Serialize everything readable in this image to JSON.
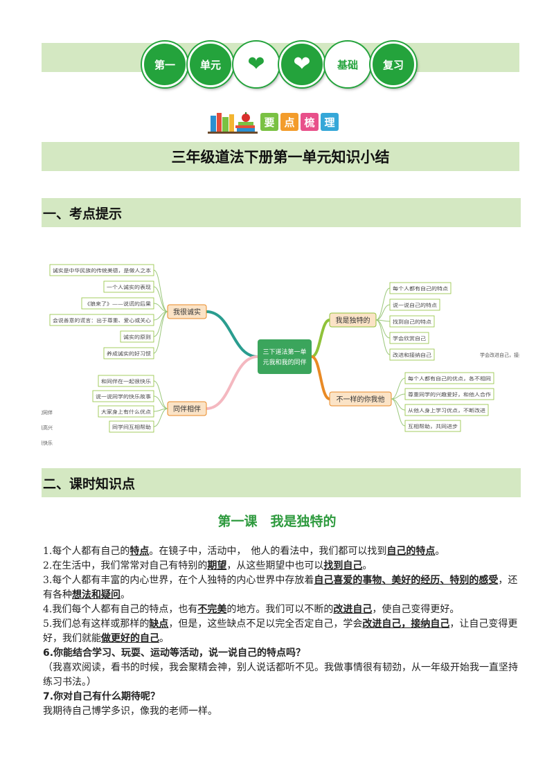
{
  "header": {
    "badges": [
      "第一",
      "单元",
      "",
      "",
      "基础",
      "复习"
    ],
    "tiles": [
      "要",
      "点",
      "梳",
      "理"
    ],
    "tile_colors": [
      "#7ac143",
      "#f39c2b",
      "#e8508a",
      "#35a7d8"
    ]
  },
  "title": "三年级道法下册第一单元知识小结",
  "section1": {
    "heading": "一、考点提示"
  },
  "mindmap": {
    "center": [
      "三下道法第一单",
      "元我和我的同伴"
    ],
    "branches": [
      {
        "label": "我很诚实",
        "color": "#e98a25",
        "leaves": [
          "诚实是中华民族的传统美德，是做人之本",
          "一个人诚实的表现",
          "《狼来了》——说谎的后果",
          "会说善意的谎言：出于尊重、爱心或关心",
          "诚实的原则",
          "养成诚实的好习惯"
        ]
      },
      {
        "label": "我是独特的",
        "color": "#8fc23a",
        "leaves": [
          "每个人都有自己的特点",
          "说一说自己的特点",
          "找到自己的特点",
          "学会欣赏自己",
          "改进和接纳自己"
        ],
        "extra": "学会改进自己，接纳自己，让自己变得更好"
      },
      {
        "label": "同伴相伴",
        "color": "#e98a25",
        "leaves": [
          "和同伴在一起很快乐",
          "说一说同学的快乐故事",
          "大家身上有什么优点",
          "同学间互相帮助"
        ],
        "side": [
          "彼此的同伴",
          "有同伴很高兴",
          "可以一起学习生活、互相分享、一起玩耍，很快乐"
        ]
      },
      {
        "label": "不一样的你我他",
        "color": "#e98a25",
        "leaves": [
          "每个人都有自己的优点，各不相同",
          "尊重同学的兴趣爱好，和他人合作",
          "从他人身上学习优点，不断改进",
          "互相帮助，共同进步"
        ]
      }
    ]
  },
  "section2": {
    "heading": "二、课时知识点"
  },
  "lesson": {
    "title": "第一课　我是独特的",
    "items": [
      {
        "parts": [
          [
            "1.每个人都有自己的",
            0
          ],
          [
            "特点",
            1
          ],
          [
            "。在镜子中，活动中，　他人的看法中，我们都可以找到",
            0
          ],
          [
            "自己的特点",
            1
          ],
          [
            "。",
            0
          ]
        ]
      },
      {
        "parts": [
          [
            "2.在生活中，我们常常对自己有特别的",
            0
          ],
          [
            "期望",
            1
          ],
          [
            "，从这些期望中也可以",
            0
          ],
          [
            "找到自己",
            1
          ],
          [
            "。",
            0
          ]
        ]
      },
      {
        "parts": [
          [
            "3.每个人都有丰富的内心世界，在个人独特的内心世界中存放着",
            0
          ],
          [
            "自己喜爱的事物、美好的经历、特别的感受",
            1
          ],
          [
            "，还有各种",
            0
          ],
          [
            "想法和疑问",
            1
          ],
          [
            "。",
            0
          ]
        ]
      },
      {
        "parts": [
          [
            "4.我们每个人都有自己的特点，也有",
            0
          ],
          [
            "不完美",
            1
          ],
          [
            "的地方。我们可以不断的",
            0
          ],
          [
            "改进自己",
            1
          ],
          [
            "，使自己变得更好。",
            0
          ]
        ]
      },
      {
        "parts": [
          [
            "5.我们总有这样或那样的",
            0
          ],
          [
            "缺点",
            1
          ],
          [
            "，但是，这些缺点不足以完全否定自己，学会",
            0
          ],
          [
            "改进自己，接纳自己",
            1
          ],
          [
            "，让自己变得更好，我们就能",
            0
          ],
          [
            "做更好的自己",
            1
          ],
          [
            "。",
            0
          ]
        ]
      },
      {
        "parts": [
          [
            "6.你能结合学习、玩耍、运动等活动，说一说自己的特点吗？",
            2
          ]
        ]
      },
      {
        "parts": [
          [
            "（我喜欢阅读，看书的时候，我会聚精会神，别人说话都听不见。我做事情很有韧劲，从一年级开始我一直坚持练习书法。）",
            0
          ]
        ]
      },
      {
        "parts": [
          [
            "7.你对自己有什么期待呢？",
            2
          ]
        ]
      },
      {
        "parts": [
          [
            "我期待自己博学多识，像我的老师一样。",
            0
          ]
        ]
      }
    ]
  }
}
